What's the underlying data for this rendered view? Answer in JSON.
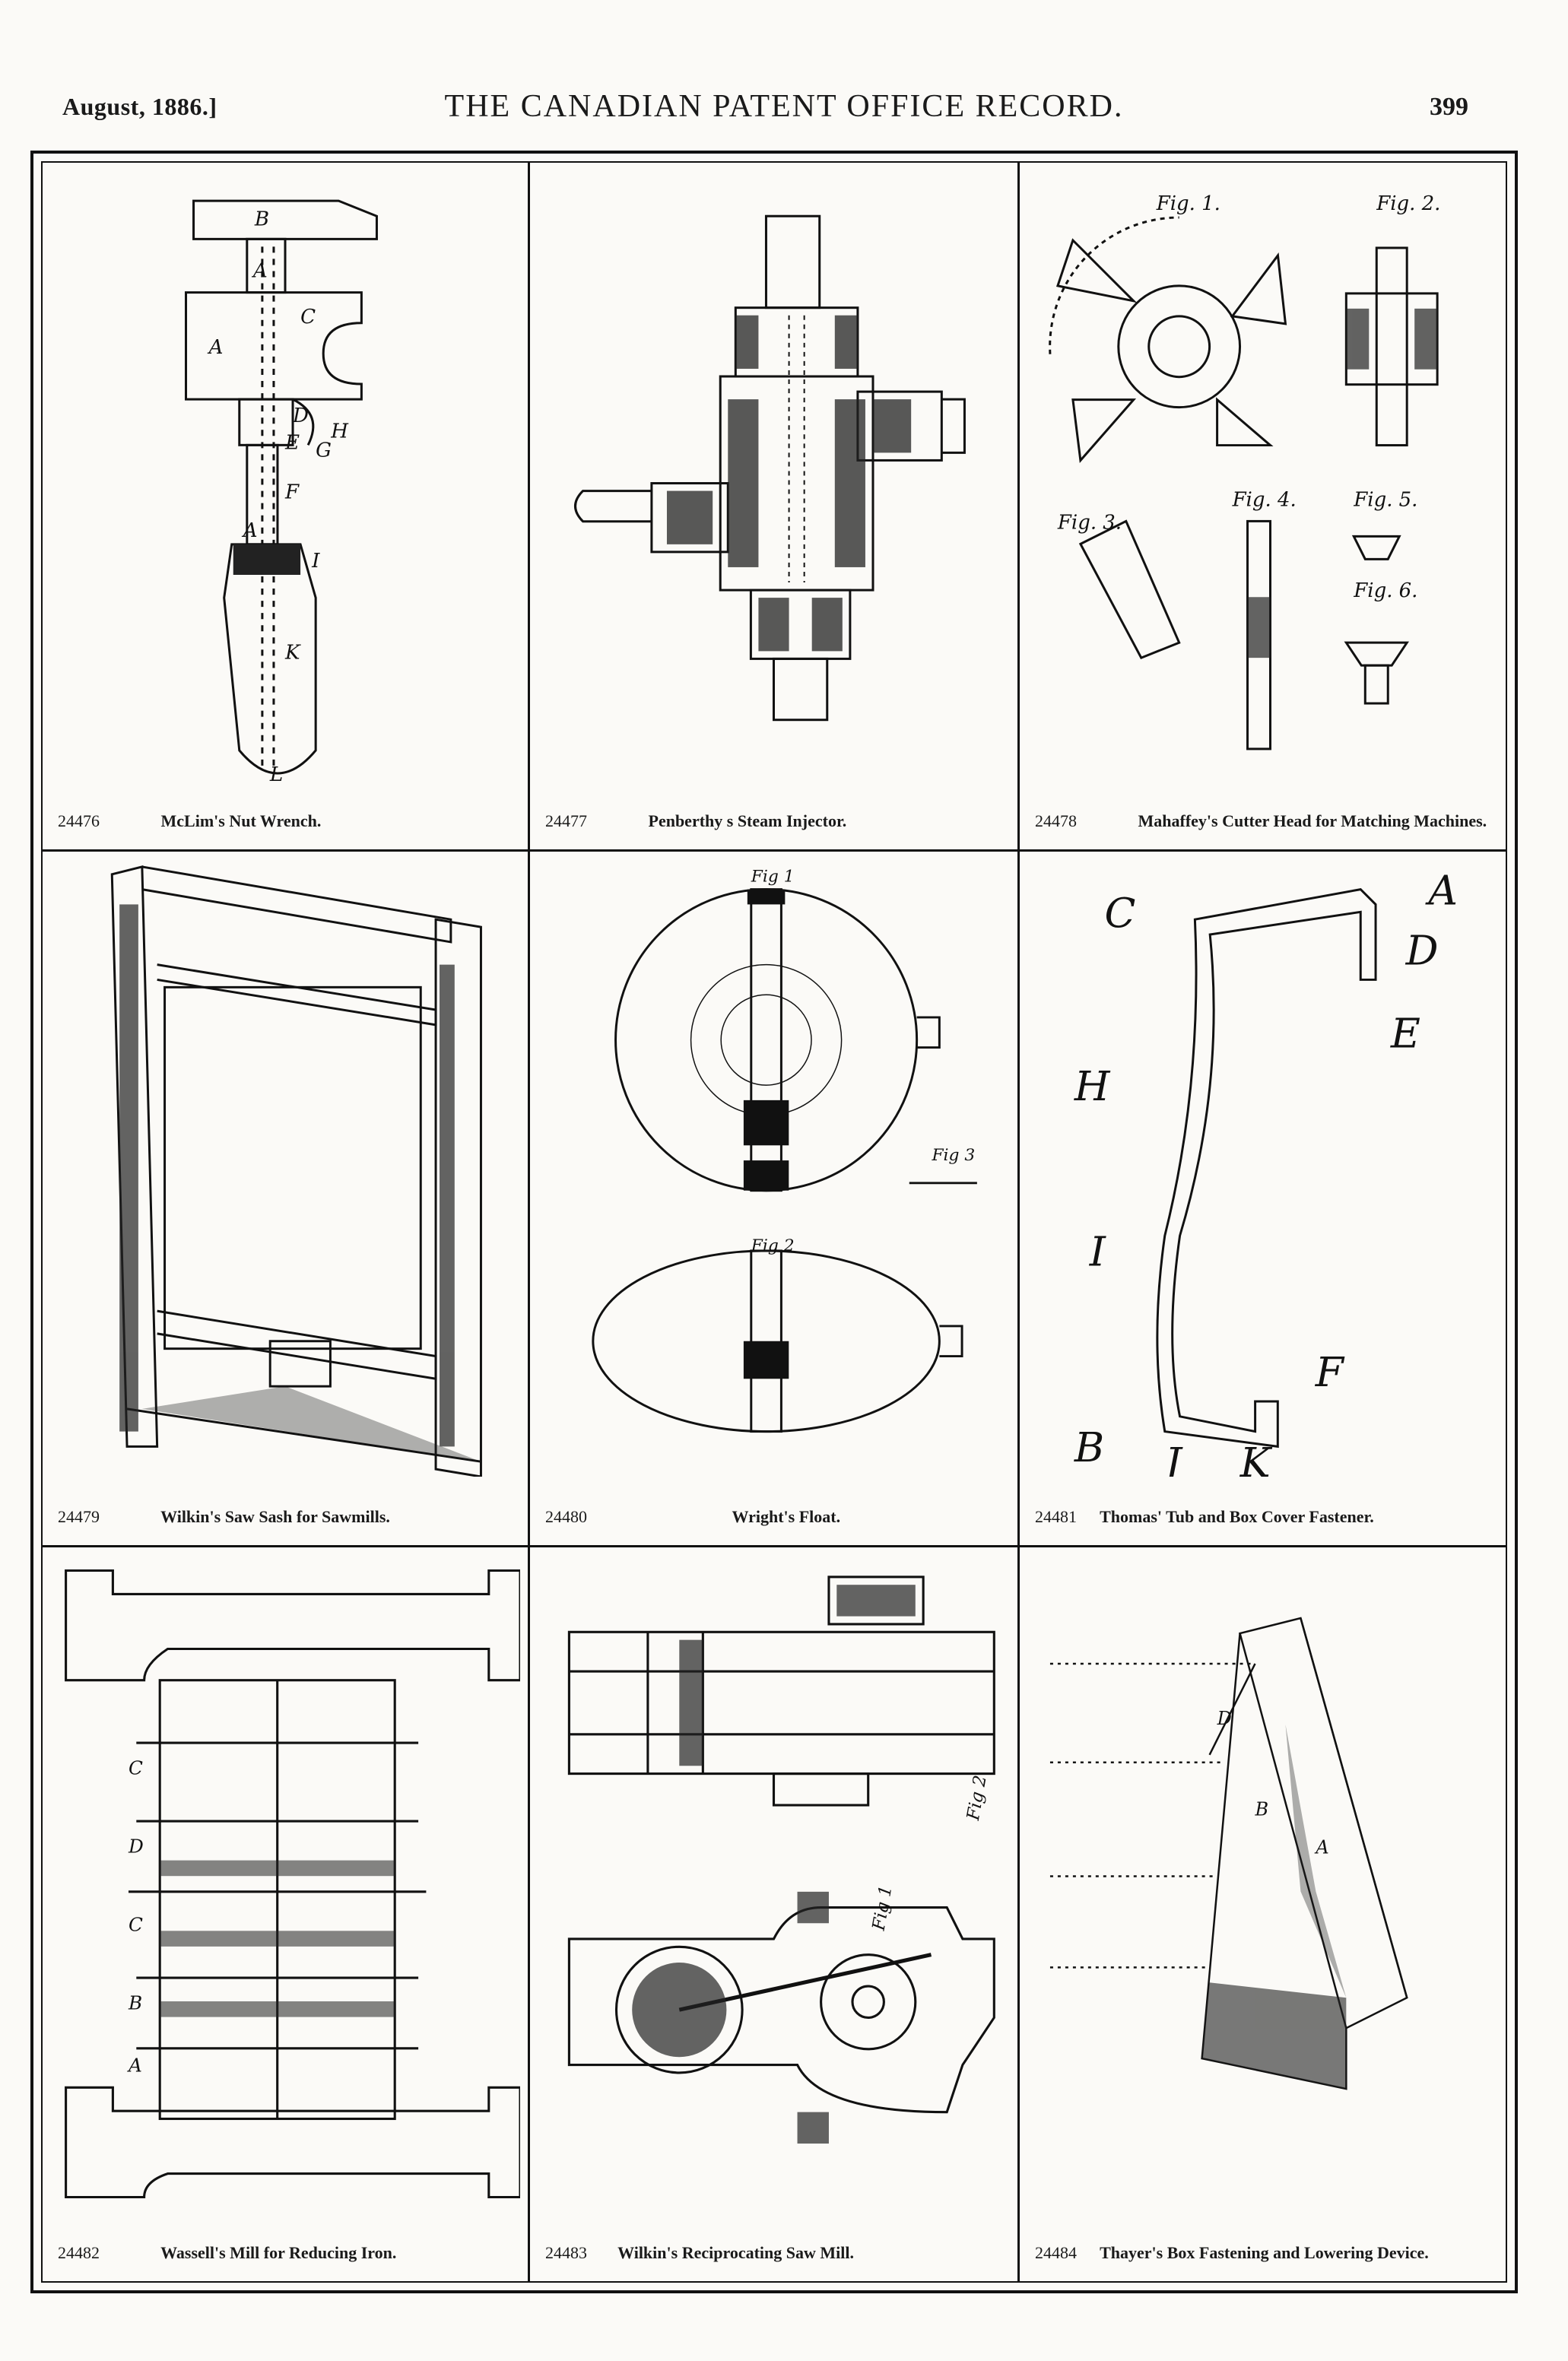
{
  "header": {
    "date": "August, 1886.]",
    "title": "THE CANADIAN PATENT OFFICE RECORD.",
    "page": "399"
  },
  "patents": [
    {
      "number": "24476",
      "title": "McLim's Nut Wrench."
    },
    {
      "number": "24477",
      "title": "Penberthy s Steam Injector."
    },
    {
      "number": "24478",
      "title": "Mahaffey's Cutter Head for Matching Machines."
    },
    {
      "number": "24479",
      "title": "Wilkin's Saw Sash for Sawmills."
    },
    {
      "number": "24480",
      "title": "Wright's Float."
    },
    {
      "number": "24481",
      "title": "Thomas' Tub and Box Cover Fastener."
    },
    {
      "number": "24482",
      "title": "Wassell's Mill for Reducing Iron."
    },
    {
      "number": "24483",
      "title": "Wilkin's Reciprocating Saw Mill."
    },
    {
      "number": "24484",
      "title": "Thayer's Box Fastening and Lowering Device."
    }
  ],
  "figure_labels": {
    "wrench": [
      "B",
      "A",
      "C",
      "A",
      "D",
      "H",
      "E",
      "G",
      "F",
      "A",
      "I",
      "K",
      "L"
    ],
    "cutter": [
      "Fig. 1.",
      "Fig. 2.",
      "Fig. 3.",
      "Fig. 4.",
      "Fig. 5.",
      "Fig. 6."
    ],
    "float": [
      "Fig 1",
      "Fig 2",
      "Fig 3"
    ],
    "fastener": [
      "A",
      "C",
      "D",
      "E",
      "H",
      "I",
      "F",
      "B",
      "J",
      "K"
    ],
    "mill": [
      "C",
      "D",
      "C",
      "B",
      "A"
    ],
    "sawmill": [
      "Fig 2",
      "Fig 1"
    ],
    "box": [
      "A",
      "B",
      "D"
    ]
  }
}
